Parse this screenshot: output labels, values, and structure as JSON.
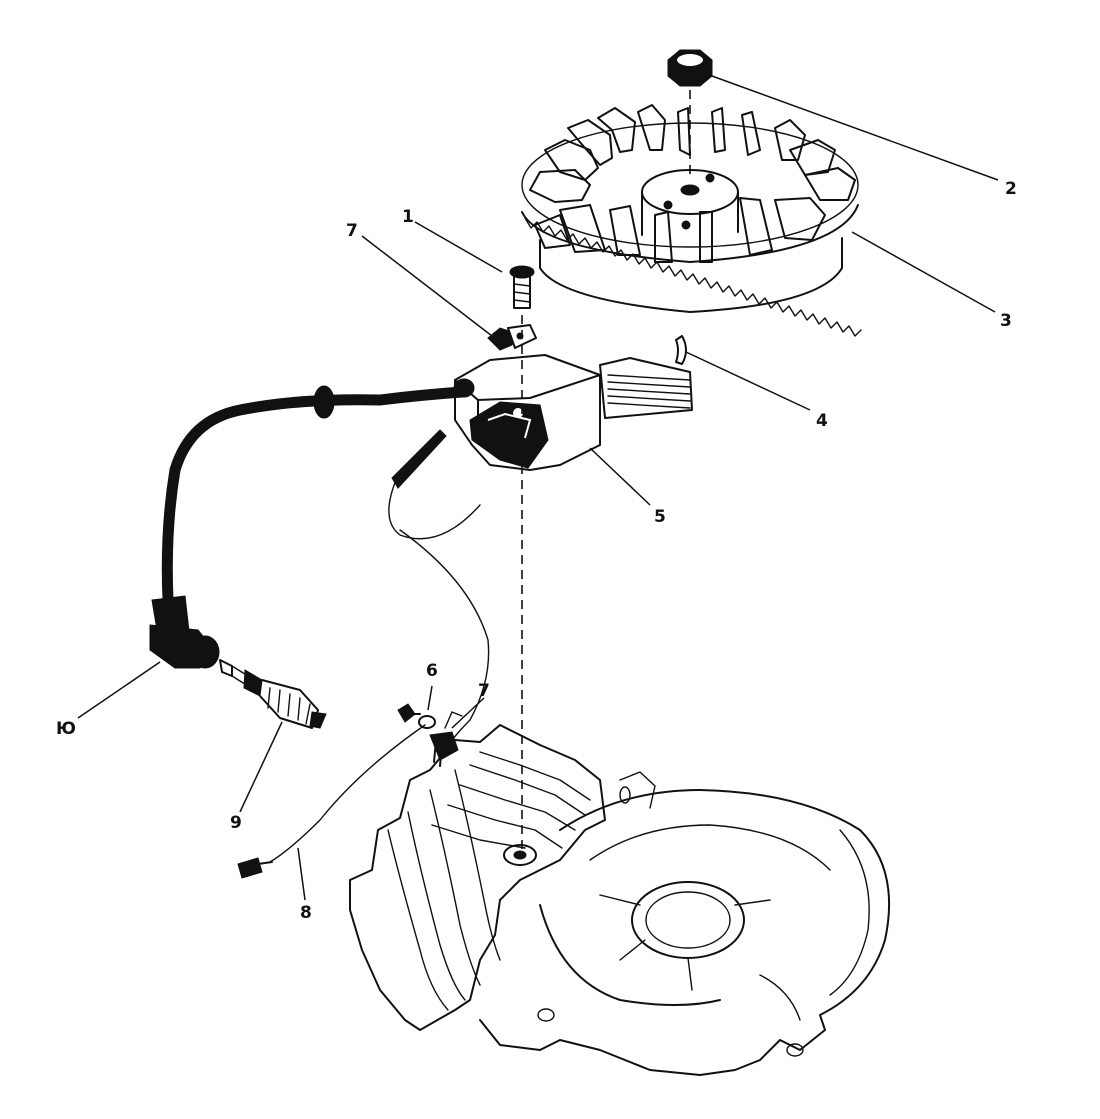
{
  "callouts": [
    {
      "id": "c1",
      "label": "1"
    },
    {
      "id": "c2",
      "label": "2"
    },
    {
      "id": "c3",
      "label": "3"
    },
    {
      "id": "c4",
      "label": "4"
    },
    {
      "id": "c5",
      "label": "5"
    },
    {
      "id": "c6",
      "label": "6"
    },
    {
      "id": "c7a",
      "label": "7"
    },
    {
      "id": "c7b",
      "label": "7"
    },
    {
      "id": "c8",
      "label": "8"
    },
    {
      "id": "c9",
      "label": "9"
    },
    {
      "id": "c10",
      "label": "Ю"
    }
  ],
  "colors": {
    "ink": "#111111",
    "paper": "#ffffff"
  }
}
